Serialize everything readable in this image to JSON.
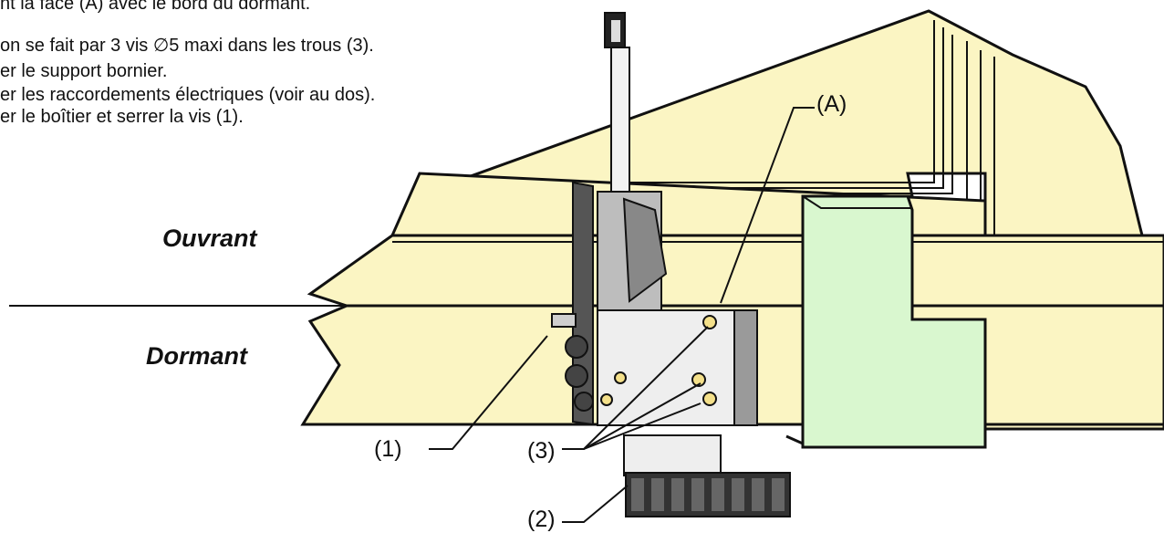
{
  "instructions": [
    "nt la face (A) avec le bord du dormant.",
    "on se fait par 3 vis ∅5 maxi dans les trous (3).",
    "er le support bornier.",
    "er les raccordements électriques (voir au dos).",
    "er le boîtier et serrer la vis (1)."
  ],
  "labels": {
    "ouvrant": "Ouvrant",
    "dormant": "Dormant"
  },
  "callouts": {
    "a": "(A)",
    "one": "(1)",
    "two": "(2)",
    "three": "(3)"
  },
  "colors": {
    "frame_fill": "#fbf5c3",
    "box_fill": "#d9f7cf",
    "plate_fill": "#eeeeee",
    "outline": "#111111"
  }
}
